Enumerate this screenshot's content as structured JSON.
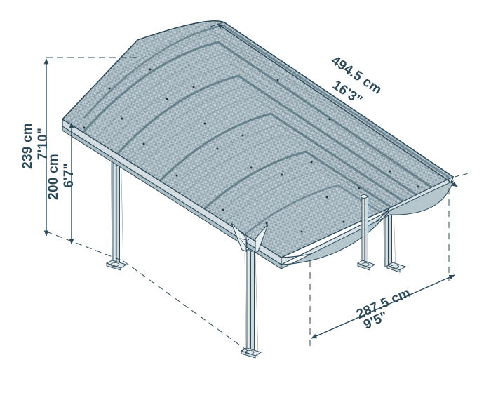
{
  "drawing": {
    "type": "isometric-technical-drawing",
    "subject": "curved-roof carport",
    "background_color": "#ffffff",
    "line_color": "#2d4a5a",
    "roof_fill_color": "#b9c6cc",
    "roof_hatch_color": "#5d7884",
    "post_color": "#dfe6e9"
  },
  "dimensions": {
    "overall_height": {
      "metric": "239 cm",
      "imperial": "7'10\"",
      "orientation": "vertical",
      "position": "left-outer"
    },
    "clearance_height": {
      "metric": "200 cm",
      "imperial": "6'7\"",
      "orientation": "vertical",
      "position": "left-inner"
    },
    "length": {
      "metric": "494.5 cm",
      "imperial": "16'3\"",
      "orientation": "diagonal",
      "position": "top-right"
    },
    "width": {
      "metric": "287.5 cm",
      "imperial": "9'5\"",
      "orientation": "diagonal",
      "position": "bottom-right"
    }
  },
  "structure": {
    "roof": {
      "panel_count": 5,
      "profile": "arched",
      "texture": "corrugated cross-hatch"
    },
    "posts": {
      "count": 4,
      "style": "double-tube with gusset bracket and base plate"
    }
  }
}
